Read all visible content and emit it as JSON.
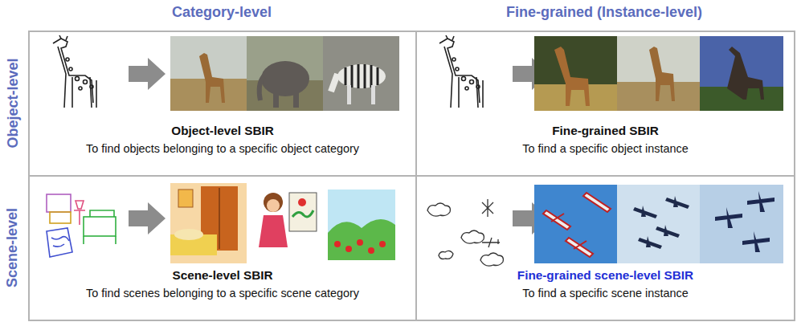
{
  "diagram": {
    "nodes": [
      {
        "text": [
          "Object-level SBIR",
          "To find objects belonging to a specific object category"
        ]
      },
      {
        "text": [
          "Fine-grained SBIR",
          "To find a specific object instance"
        ]
      },
      {
        "text": [
          "Scene-level SBIR",
          "To find scenes belonging to a specific scene category"
        ]
      },
      {
        "text": [
          "Fine-grained scene-level SBIR",
          "To find a specific scene instance"
        ]
      }
    ],
    "labels": [
      "Category-level",
      "Fine-grained (Instance-level)",
      "Obeject-level",
      "Scene-level"
    ]
  }
}
